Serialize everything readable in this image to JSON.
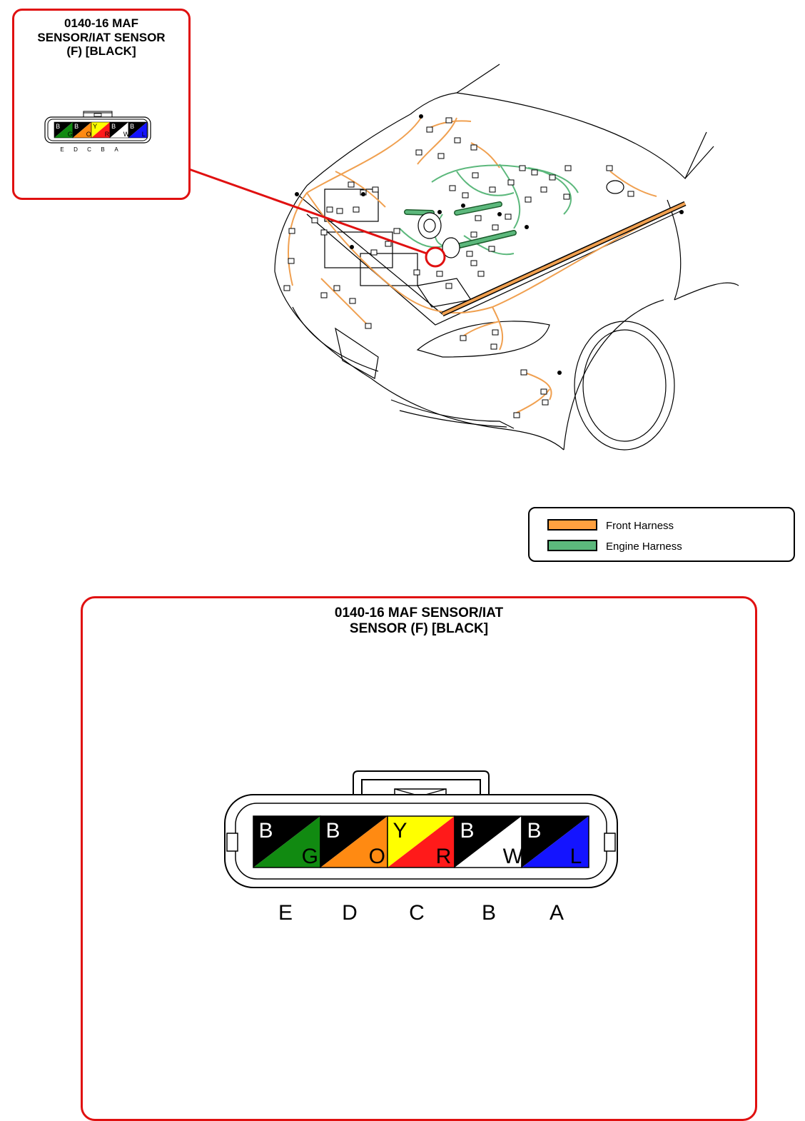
{
  "connector": {
    "title_lines": [
      "0140-16 MAF",
      "SENSOR/IAT SENSOR",
      "(F) [BLACK]"
    ],
    "title_large_lines": [
      "0140-16 MAF SENSOR/IAT",
      "SENSOR (F) [BLACK]"
    ],
    "pins": [
      {
        "letter": "E",
        "top": "B",
        "bottom": "G",
        "top_color": "#000000",
        "bottom_color": "#118a11"
      },
      {
        "letter": "D",
        "top": "B",
        "bottom": "O",
        "top_color": "#000000",
        "bottom_color": "#ff8a12"
      },
      {
        "letter": "C",
        "top": "Y",
        "bottom": "R",
        "top_color": "#ffff00",
        "bottom_color": "#ff1a1a"
      },
      {
        "letter": "B",
        "top": "B",
        "bottom": "W",
        "top_color": "#000000",
        "bottom_color": "#ffffff"
      },
      {
        "letter": "A",
        "top": "B",
        "bottom": "L",
        "top_color": "#000000",
        "bottom_color": "#1414ff"
      }
    ]
  },
  "legend": {
    "items": [
      {
        "label": "Front Harness",
        "color": "#ffa040"
      },
      {
        "label": "Engine Harness",
        "color": "#5cb87c"
      }
    ]
  },
  "colors": {
    "callout": "#e01010",
    "front_harness": "#f0a050",
    "engine_harness": "#4a9a62"
  }
}
